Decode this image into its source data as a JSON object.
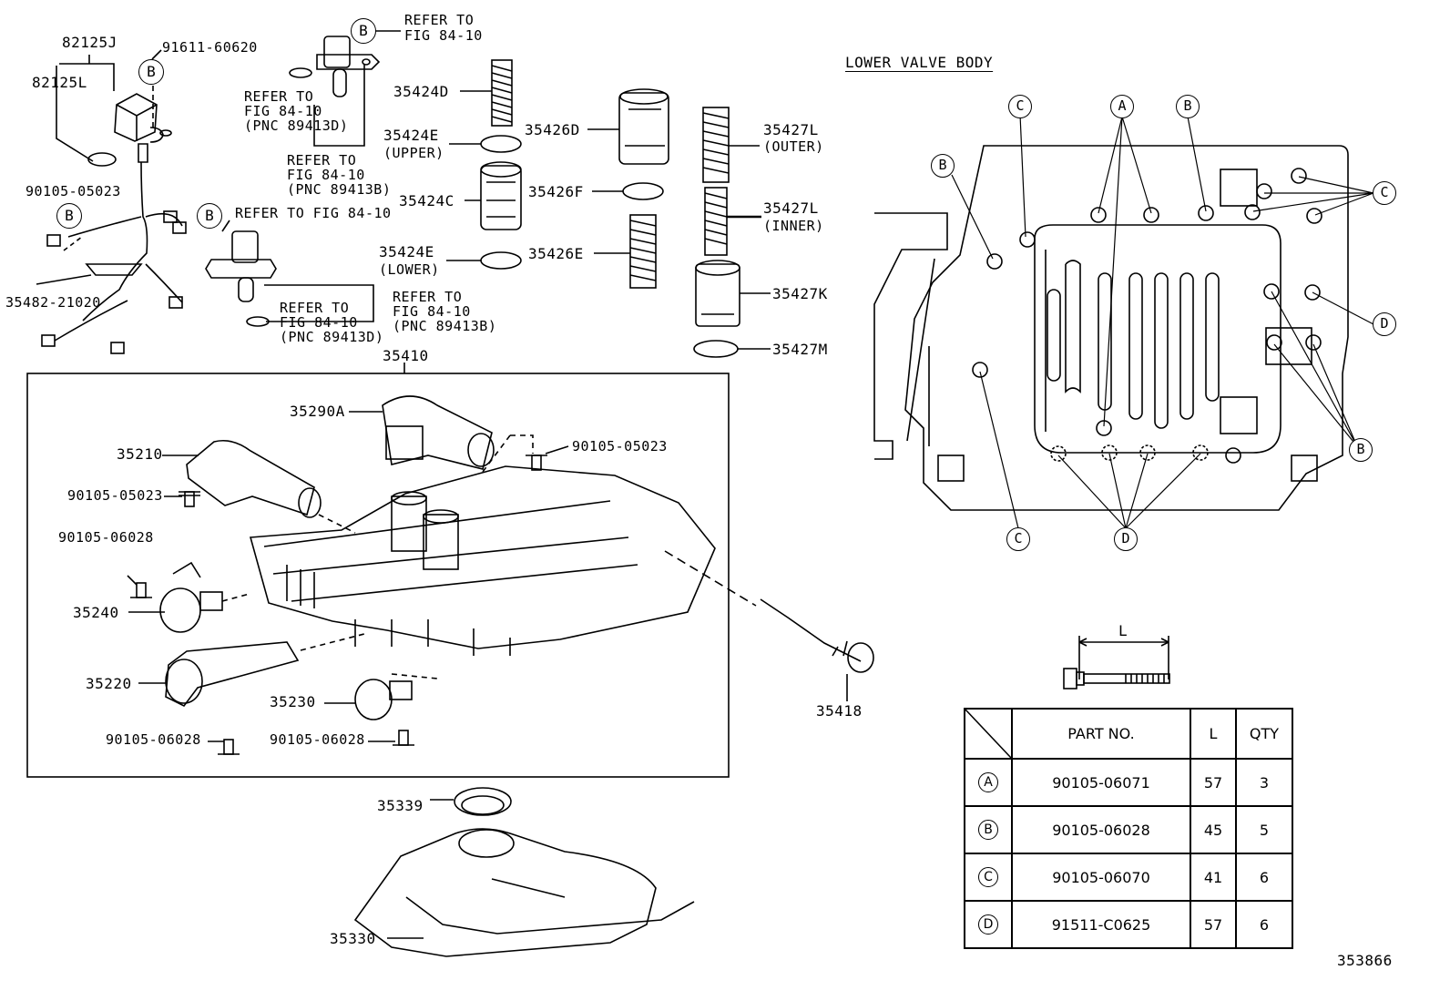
{
  "figure_number": "353866",
  "section_title": "LOWER VALVE BODY",
  "part_labels": {
    "p82125J": "82125J",
    "p82125L": "82125L",
    "p91611": "91611-60620",
    "p90105_05023_a": "90105-05023",
    "p35482": "35482-21020",
    "p35424D": "35424D",
    "p35424E_upper": "35424E",
    "upper": "(UPPER)",
    "p35424C": "35424C",
    "p35424E_lower": "35424E",
    "lower": "(LOWER)",
    "p35426D": "35426D",
    "p35426F": "35426F",
    "p35426E": "35426E",
    "p35427L_outer": "35427L",
    "outer": "(OUTER)",
    "p35427L_inner": "35427L",
    "inner": "(INNER)",
    "p35427K": "35427K",
    "p35427M": "35427M",
    "p35410": "35410",
    "p35290A": "35290A",
    "p35210": "35210",
    "p90105_05023_b": "90105-05023",
    "p90105_05023_c": "90105-05023",
    "p90105_06028_a": "90105-06028",
    "p35240": "35240",
    "p35220": "35220",
    "p35230": "35230",
    "p90105_06028_b": "90105-06028",
    "p90105_06028_c": "90105-06028",
    "p35418": "35418",
    "p35339": "35339",
    "p35330": "35330"
  },
  "refer_notes": {
    "r1": "REFER TO\nFIG 84-10",
    "r2": "REFER TO\nFIG 84-10\n(PNC 89413D)",
    "r3": "REFER TO\nFIG 84-10\n(PNC 89413B)",
    "r4": "REFER TO FIG 84-10",
    "r5": "REFER TO\nFIG 84-10\n(PNC 89413D)",
    "r6": "REFER TO\nFIG 84-10\n(PNC 89413B)"
  },
  "callout_letters": [
    "A",
    "B",
    "C",
    "D"
  ],
  "length_symbol": "L",
  "table": {
    "headers": {
      "part_no": "PART NO.",
      "l": "L",
      "qty": "QTY"
    },
    "rows": [
      {
        "mark": "A",
        "part_no": "90105-06071",
        "l": "57",
        "qty": "3"
      },
      {
        "mark": "B",
        "part_no": "90105-06028",
        "l": "45",
        "qty": "5"
      },
      {
        "mark": "C",
        "part_no": "90105-06070",
        "l": "41",
        "qty": "6"
      },
      {
        "mark": "D",
        "part_no": "91511-C0625",
        "l": "57",
        "qty": "6"
      }
    ]
  }
}
